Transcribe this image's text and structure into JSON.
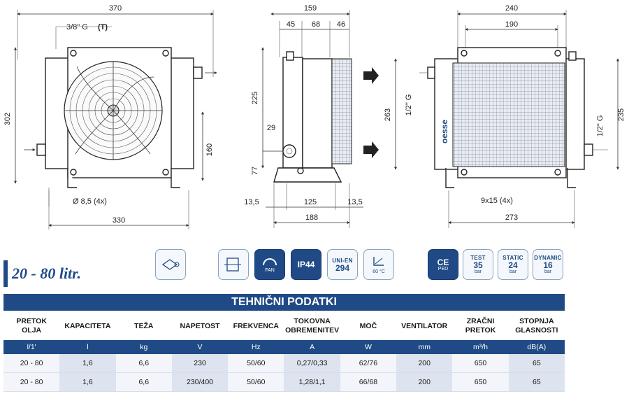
{
  "drawing": {
    "dims": {
      "w370": "370",
      "w159": "159",
      "w240": "240",
      "w190": "190",
      "d45": "45",
      "d68": "68",
      "d46": "46",
      "h302": "302",
      "h225": "225",
      "h29": "29",
      "h77": "77",
      "h160": "160",
      "h263": "263",
      "h235": "235",
      "g38": "3/8\" G",
      "g38t": "(T)",
      "g12a": "1/2\" G",
      "g12b": "1/2\" G",
      "hole": "Ø 8,5 (4x)",
      "slot": "9x15 (4x)",
      "b330": "330",
      "b188": "188",
      "b273": "273",
      "l135": "13,5",
      "m125": "125",
      "r135": "13,5"
    },
    "brand": "oesse"
  },
  "band_label": "20 - 80 litr.",
  "icons": [
    {
      "name": "filter-symbol-icon",
      "t1": "",
      "t2": "",
      "t3": ""
    },
    {
      "name": "bypass-symbol-icon",
      "t1": "",
      "t2": "",
      "t3": ""
    },
    {
      "name": "fan-icon",
      "t1": "",
      "t2": "",
      "t3": "FAN"
    },
    {
      "name": "ip44-icon",
      "t1": "",
      "t2": "IP44",
      "t3": ""
    },
    {
      "name": "uni-en-294-icon",
      "t1": "UNI-EN",
      "t2": "294",
      "t3": ""
    },
    {
      "name": "temperature-icon",
      "t1": "",
      "t2": "",
      "t3": "60 °C"
    },
    {
      "name": "ce-ped-icon",
      "t1": "CE",
      "t2": "",
      "t3": "PED"
    },
    {
      "name": "test-35-bar-icon",
      "t1": "TEST",
      "t2": "35",
      "t3": "bar"
    },
    {
      "name": "static-24-bar-icon",
      "t1": "STATIC",
      "t2": "24",
      "t3": "bar"
    },
    {
      "name": "dynamic-16-bar-icon",
      "t1": "DYNAMIC",
      "t2": "16",
      "t3": "bar"
    }
  ],
  "table": {
    "title": "TEHNIČNI PODATKI",
    "headers": [
      [
        "PRETOK",
        "OLJA"
      ],
      [
        "KAPACITETA",
        ""
      ],
      [
        "TEŽA",
        ""
      ],
      [
        "NAPETOST",
        ""
      ],
      [
        "FREKVENCA",
        ""
      ],
      [
        "TOKOVNA",
        "OBREMENITEV"
      ],
      [
        "MOČ",
        ""
      ],
      [
        "VENTILATOR",
        ""
      ],
      [
        "ZRAČNI",
        "PRETOK"
      ],
      [
        "STOPNJA",
        "GLASNOSTI"
      ]
    ],
    "units": [
      "l/1'",
      "l",
      "kg",
      "V",
      "Hz",
      "A",
      "W",
      "mm",
      "m³/h",
      "dB(A)"
    ],
    "rows": [
      [
        "20 - 80",
        "1,6",
        "6,6",
        "230",
        "50/60",
        "0,27/0,33",
        "62/76",
        "200",
        "650",
        "65"
      ],
      [
        "20 - 80",
        "1,6",
        "6,6",
        "230/400",
        "50/60",
        "1,28/1,1",
        "66/68",
        "200",
        "650",
        "65"
      ]
    ]
  }
}
